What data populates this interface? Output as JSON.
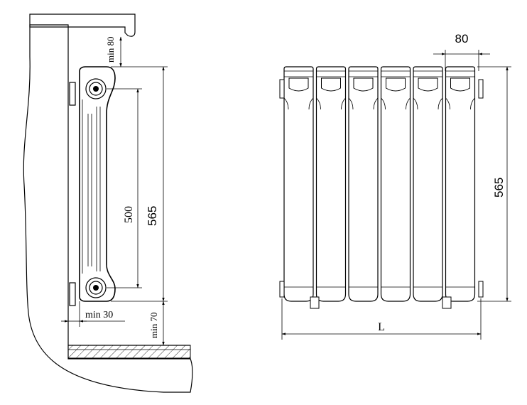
{
  "side_view": {
    "dim_top_clearance": "min 80",
    "dim_height": "565",
    "dim_axis": "500",
    "dim_wall_gap": "min 30",
    "dim_floor_clearance": "min 70"
  },
  "front_view": {
    "dim_section_width": "80",
    "dim_height": "565",
    "dim_length": "L",
    "section_count": 6
  }
}
